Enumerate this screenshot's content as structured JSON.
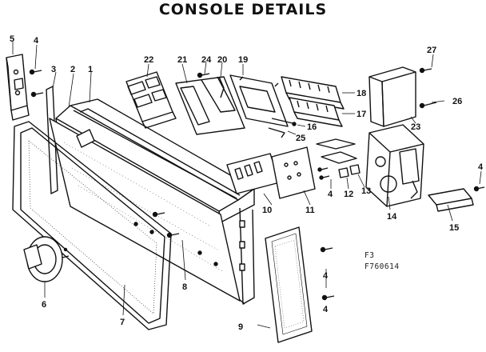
{
  "title": "CONSOLE DETAILS",
  "footer": {
    "line1": "F3",
    "line2": "F760614"
  },
  "callouts": [
    "1",
    "2",
    "3",
    "4",
    "5",
    "6",
    "7",
    "8",
    "9",
    "10",
    "11",
    "12",
    "13",
    "14",
    "15",
    "16",
    "17",
    "18",
    "19",
    "20",
    "21",
    "22",
    "23",
    "24",
    "25",
    "26",
    "27",
    "4",
    "4",
    "4",
    "4"
  ]
}
